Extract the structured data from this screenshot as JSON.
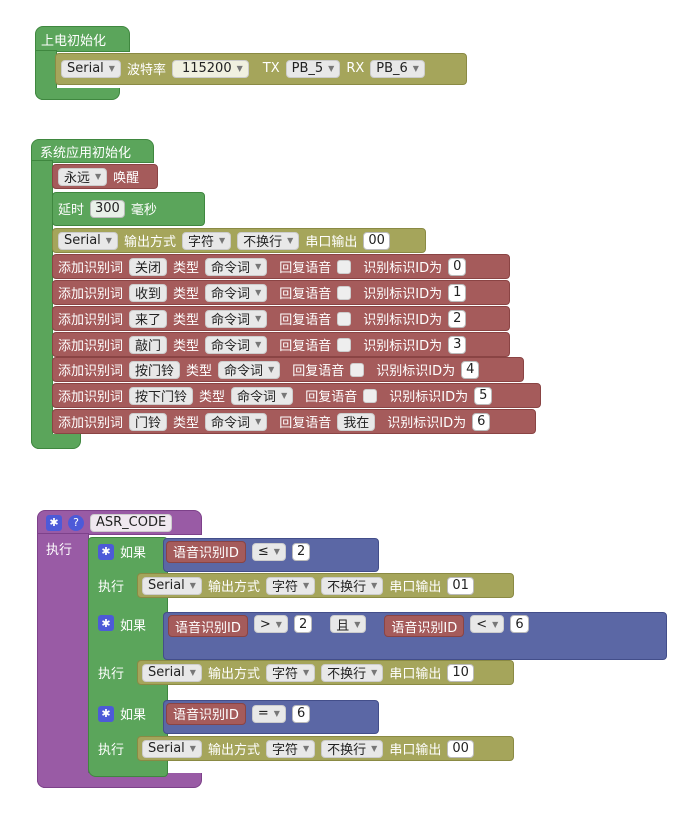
{
  "power_on": {
    "header": "上电初始化",
    "serial": "Serial",
    "baud_label": "波特率",
    "baud": "115200",
    "tx_label": "TX",
    "tx": "PB_5",
    "rx_label": "RX",
    "rx": "PB_6"
  },
  "sys_init": {
    "header": "系统应用初始化",
    "wake_mode": "永远",
    "wake_label": "唤醒",
    "delay_label": "延时",
    "delay_value": "300",
    "delay_unit": "毫秒",
    "serial_out": {
      "port": "Serial",
      "mode_label": "输出方式",
      "mode": "字符",
      "newline": "不换行",
      "out_label": "串口输出",
      "value": "00"
    },
    "word_rows": [
      {
        "add_label": "添加识别词",
        "word": "关闭",
        "type_label": "类型",
        "type": "命令词",
        "reply_label": "回复语音",
        "reply": "",
        "id_label": "识别标识ID为",
        "id": "0"
      },
      {
        "add_label": "添加识别词",
        "word": "收到",
        "type_label": "类型",
        "type": "命令词",
        "reply_label": "回复语音",
        "reply": "",
        "id_label": "识别标识ID为",
        "id": "1"
      },
      {
        "add_label": "添加识别词",
        "word": "来了",
        "type_label": "类型",
        "type": "命令词",
        "reply_label": "回复语音",
        "reply": "",
        "id_label": "识别标识ID为",
        "id": "2"
      },
      {
        "add_label": "添加识别词",
        "word": "敲门",
        "type_label": "类型",
        "type": "命令词",
        "reply_label": "回复语音",
        "reply": "",
        "id_label": "识别标识ID为",
        "id": "3"
      },
      {
        "add_label": "添加识别词",
        "word": "按门铃",
        "type_label": "类型",
        "type": "命令词",
        "reply_label": "回复语音",
        "reply": "",
        "id_label": "识别标识ID为",
        "id": "4"
      },
      {
        "add_label": "添加识别词",
        "word": "按下门铃",
        "type_label": "类型",
        "type": "命令词",
        "reply_label": "回复语音",
        "reply": "",
        "id_label": "识别标识ID为",
        "id": "5"
      },
      {
        "add_label": "添加识别词",
        "word": "门铃",
        "type_label": "类型",
        "type": "命令词",
        "reply_label": "回复语音",
        "reply": "我在",
        "id_label": "识别标识ID为",
        "id": "6"
      }
    ]
  },
  "asr": {
    "header": "ASR_CODE",
    "exec_label": "执行",
    "if_label": "如果",
    "do_label": "执行",
    "var_label": "语音识别ID",
    "and_label": "且",
    "branches": [
      {
        "op": "≤",
        "value": "2",
        "output": "01"
      },
      {
        "op1": ">",
        "value1": "2",
        "op2": "<",
        "value2": "6",
        "output": "10"
      },
      {
        "op": "=",
        "value": "6",
        "output": "00"
      }
    ],
    "serial": "Serial",
    "mode_label": "输出方式",
    "mode": "字符",
    "newline": "不换行",
    "out_label": "串口输出"
  }
}
